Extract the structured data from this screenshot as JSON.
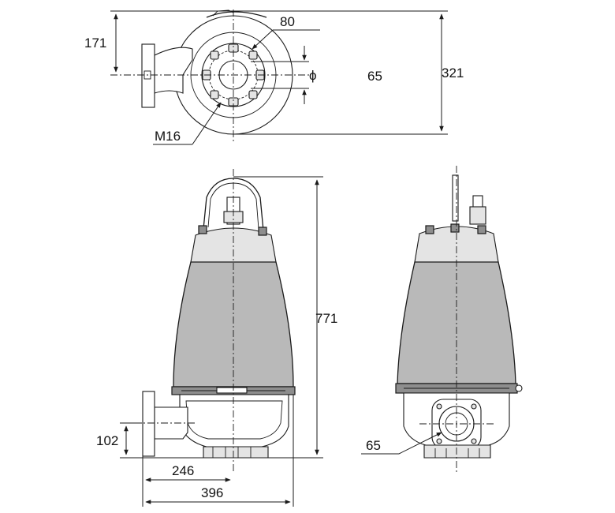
{
  "dimensions": {
    "top_offset": "171",
    "bolt_circle": "80",
    "outlet_size": "65",
    "width_total": "321",
    "diameter_symbol": "ϕ",
    "thread": "M16",
    "height_total": "771",
    "outlet_height": "102",
    "outlet_to_center": "246",
    "length_total": "396",
    "side_outlet": "65"
  },
  "colors": {
    "body": "#b9b9b9",
    "line": "#1a1a1a",
    "background": "#ffffff"
  }
}
